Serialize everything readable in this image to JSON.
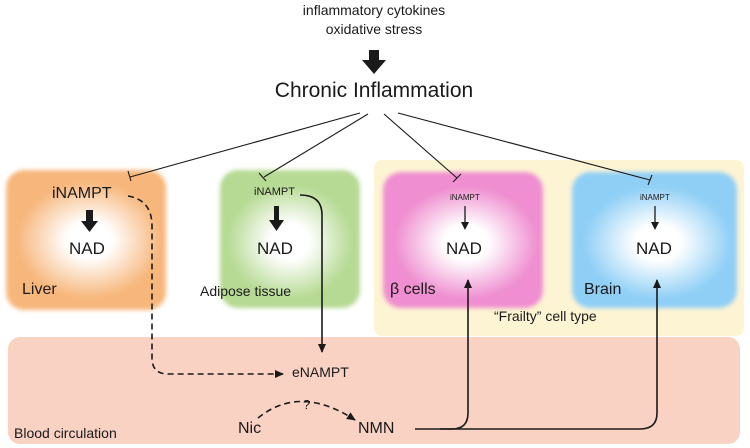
{
  "top_labels": {
    "line1": "inflammatory cytokines",
    "line2": "oxidative stress"
  },
  "center_title": "Chronic Inflammation",
  "tissues": {
    "liver": {
      "inampt": "iNAMPT",
      "nad": "NAD",
      "label": "Liver"
    },
    "adipose": {
      "inampt": "iNAMPT",
      "nad": "NAD",
      "label": "Adipose tissue"
    },
    "beta": {
      "inampt": "iNAMPT",
      "nad": "NAD",
      "label": "β cells"
    },
    "brain": {
      "inampt": "iNAMPT",
      "nad": "NAD",
      "label": "Brain"
    }
  },
  "frailty_label": "“Frailty” cell type",
  "circulation": {
    "label": "Blood circulation",
    "enampt": "eNAMPT",
    "nic": "Nic",
    "nmn": "NMN",
    "unknown_mark": "?"
  },
  "colors": {
    "liver": "#f7b77c",
    "adipose": "#b6da93",
    "beta": "#ef8ed0",
    "brain": "#8fcff6",
    "frailty_panel": "#fdf4d3",
    "circulation": "#f9d2c4"
  }
}
